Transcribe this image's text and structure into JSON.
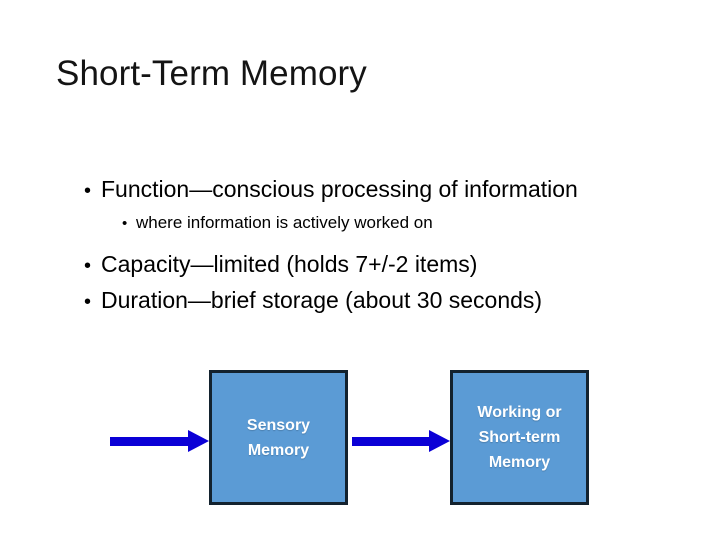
{
  "slide": {
    "title": "Short-Term Memory",
    "bullets": [
      {
        "level": 1,
        "bullet_glyph": "•",
        "text": "Function—conscious processing of information"
      },
      {
        "level": 2,
        "bullet_glyph": "•",
        "text": "where information is actively worked on"
      },
      {
        "level": 1,
        "bullet_glyph": "•",
        "text": "Capacity—limited (holds 7+/-2 items)"
      },
      {
        "level": 1,
        "bullet_glyph": "•",
        "text": "Duration—brief storage (about 30 seconds)"
      }
    ],
    "diagram": {
      "boxes": [
        {
          "id": "sensory",
          "label": "Sensory\nMemory",
          "fill": "#5B9BD5",
          "border": "#13222E",
          "text_color": "#FFFFFF"
        },
        {
          "id": "working",
          "label": "Working or\nShort-term\nMemory",
          "fill": "#5B9BD5",
          "border": "#13222E",
          "text_color": "#FFFFFF"
        }
      ],
      "arrows": [
        {
          "id": "arrow-into-sensory",
          "color": "#0B00D6",
          "direction": "right"
        },
        {
          "id": "arrow-sensory-to-working",
          "color": "#0B00D6",
          "direction": "right"
        }
      ]
    },
    "background_color": "#FFFFFF",
    "title_color": "#141414",
    "body_color": "#000000"
  }
}
